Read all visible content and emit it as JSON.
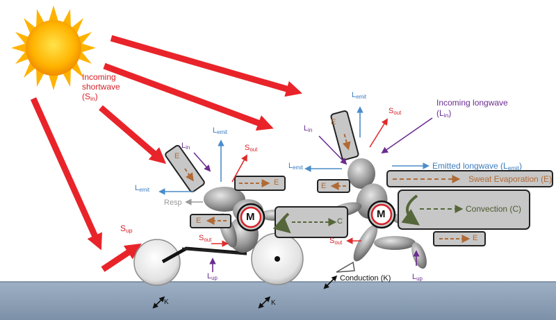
{
  "labels": {
    "incoming_shortwave_1": "Incoming",
    "incoming_shortwave_2": "shortwave",
    "s_in": "(S",
    "s_in_sub": "in",
    "s_in_close": ")",
    "incoming_longwave": "Incoming longwave",
    "l_in_paren": "(L",
    "l_in_paren_sub": "in",
    "l_in_paren_close": ")",
    "emitted_longwave": "Emitted longwave (L",
    "emitted_longwave_sub": "emit",
    "emitted_longwave_close": ")",
    "sweat_evaporation": "Sweat Evaporation (E)",
    "convection": "Convection (C)",
    "conduction": "Conduction (K)",
    "resp": "Resp",
    "L": "L",
    "S": "S",
    "emit": "emit",
    "in": "in",
    "out": "out",
    "up": "up",
    "E": "E",
    "C": "C",
    "M": "M",
    "K": "K"
  },
  "colors": {
    "shortwave": "#e8242a",
    "longwave_in": "#6b2c8f",
    "longwave_emit": "#4a8cc8",
    "sweat": "#b06a36",
    "convection": "#55663a",
    "ground": "#8a9db5"
  }
}
